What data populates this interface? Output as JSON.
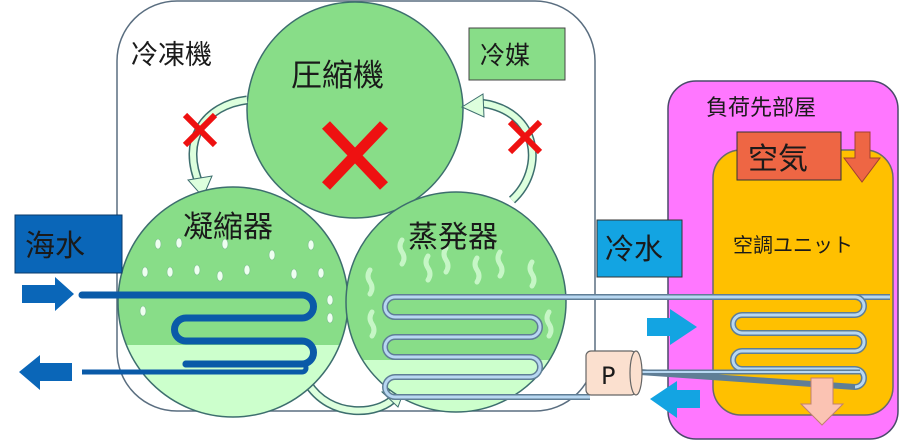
{
  "refrigerator": {
    "label": "冷凍機"
  },
  "compressor": {
    "label": "圧縮機",
    "status": "stopped"
  },
  "refrigerant_legend": {
    "label": "冷媒"
  },
  "condenser": {
    "label": "凝縮器"
  },
  "evaporator": {
    "label": "蒸発器"
  },
  "seawater": {
    "label": "海水"
  },
  "chilled_water": {
    "label": "冷水"
  },
  "load_room": {
    "label": "負荷先部屋"
  },
  "air": {
    "label": "空気"
  },
  "ac_unit": {
    "label": "空調ユニット"
  },
  "pump": {
    "label": "P"
  },
  "colors": {
    "circle_green": "#88dd88",
    "liquid_green": "#ccffcc",
    "seawater_blue": "#0a66b8",
    "chilled_blue": "#13a4e2",
    "room_magenta": "#ff77ff",
    "unit_orange": "#ffc000",
    "air_red": "#ee6644",
    "stop_red": "#ee1111",
    "pump_peach": "#fbe0cf"
  }
}
